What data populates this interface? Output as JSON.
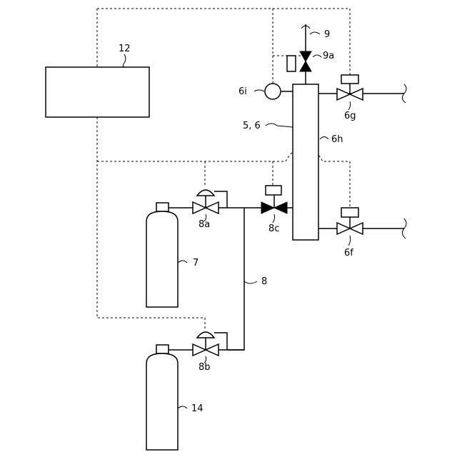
{
  "labels": {
    "controller": "12",
    "gas_line_main": "9",
    "valve_9a": "9a",
    "sensor_6i": "6i",
    "valve_6g": "6g",
    "vessel": "5, 6",
    "vessel_inner": "6h",
    "valve_8a": "8a",
    "valve_8c": "8c",
    "valve_6f": "6f",
    "cylinder_7": "7",
    "line_8": "8",
    "valve_8b": "8b",
    "cylinder_14": "14"
  }
}
